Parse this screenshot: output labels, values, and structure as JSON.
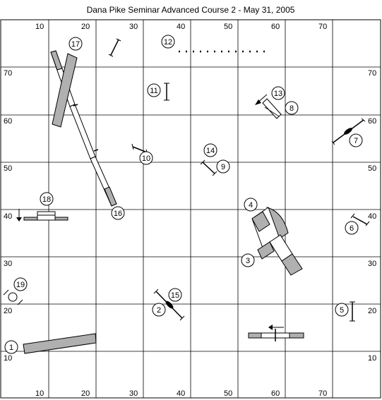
{
  "title": "Dana Pike Seminar Advanced Course 2 - May 31, 2005",
  "grid": {
    "x_labels": [
      "10",
      "20",
      "30",
      "40",
      "50",
      "60",
      "70"
    ],
    "y_labels": [
      "70",
      "60",
      "50",
      "40",
      "30",
      "20",
      "10"
    ]
  },
  "obstacles": [
    "1",
    "2",
    "3",
    "4",
    "5",
    "6",
    "7",
    "8",
    "9",
    "10",
    "11",
    "12",
    "13",
    "14",
    "15",
    "16",
    "17",
    "18",
    "19"
  ],
  "colors": {
    "tunnel": "#b0b0b0",
    "line": "#000000",
    "background": "#ffffff"
  }
}
